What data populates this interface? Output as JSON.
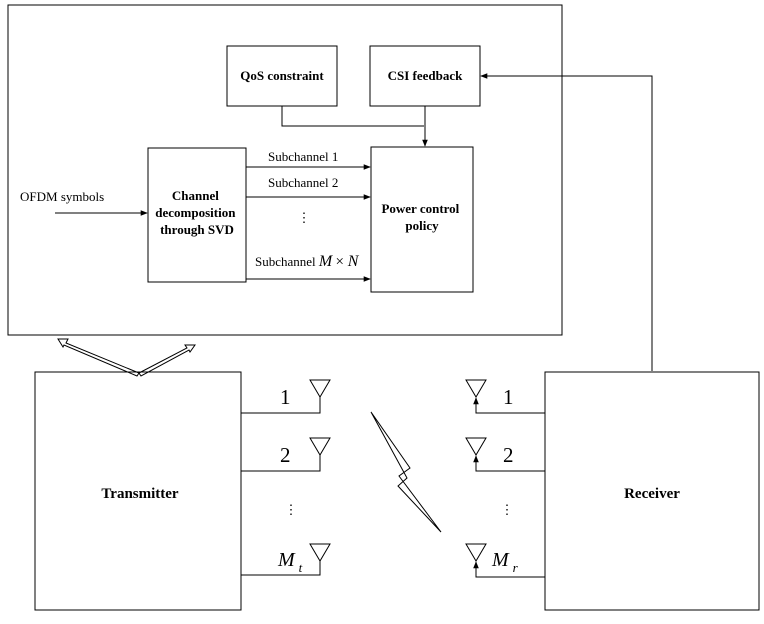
{
  "blocks": {
    "qos": "QoS constraint",
    "csi": "CSI feedback",
    "channel_decomp": [
      "Channel",
      "decomposition",
      "through SVD"
    ],
    "power_control": [
      "Power control",
      "policy"
    ],
    "transmitter": "Transmitter",
    "receiver": "Receiver"
  },
  "input_label": "OFDM symbols",
  "subchannels": {
    "first": "Subchannel 1",
    "second": "Subchannel 2",
    "ellipsis": "⋮",
    "last_prefix": "Subchannel ",
    "last_m": "M",
    "last_times": " × ",
    "last_n": "N"
  },
  "tx_antennas": {
    "one": "1",
    "two": "2",
    "ellipsis": "⋮",
    "last_main": "M",
    "last_sub": "t"
  },
  "rx_antennas": {
    "one": "1",
    "two": "2",
    "ellipsis": "⋮",
    "last_main": "M",
    "last_sub": "r"
  },
  "colors": {
    "stroke": "#000000",
    "fill": "#ffffff"
  }
}
